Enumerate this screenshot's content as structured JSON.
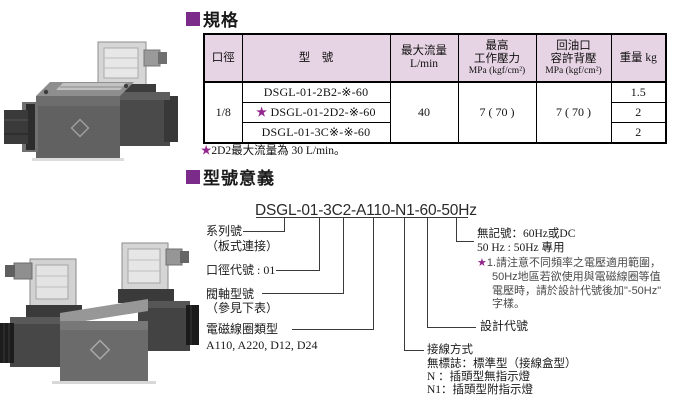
{
  "colors": {
    "accent_purple": "#7b2b8a",
    "star_purple": "#93278f",
    "table_header_bg": "#e6d4e4"
  },
  "spec": {
    "title": "規格",
    "table": {
      "headers": {
        "diameter": "口徑",
        "model": "型　號",
        "flow": [
          "最大流量",
          "L/min"
        ],
        "pressure": [
          "最高",
          "工作壓力",
          "MPa (kgf/cm²)"
        ],
        "back_pressure": [
          "回油口",
          "容許背壓",
          "MPa (kgf/cm²)"
        ],
        "weight": "重量 kg"
      },
      "diameter_value": "1/8",
      "flow_value": "40",
      "pressure_value": "7 ( 70 )",
      "back_pressure_value": "7 ( 70 )",
      "rows": [
        {
          "star": "",
          "model": "DSGL-01-2B2-※-60",
          "weight": "1.5"
        },
        {
          "star": "★",
          "model": "DSGL-01-2D2-※-60",
          "weight": "2"
        },
        {
          "star": "",
          "model": "DSGL-01-3C※-※-60",
          "weight": "2"
        }
      ]
    },
    "footnote": {
      "star": "★",
      "text": "2D2最大流量為 30 L/min。"
    }
  },
  "model_meaning": {
    "title": "型號意義",
    "code": "DSGL-01-3C2-A110-N1-60-50Hz",
    "series_label": "系列號",
    "series_sub": "（板式連接）",
    "diameter_code_label": "口徑代號 : 01",
    "spool_label": "閥軸型號",
    "spool_sub": "（參見下表）",
    "coil_label": "電磁線圈類型",
    "coil_options": "A110, A220, D12, D24",
    "freq_line1": "無記號：60Hz或DC",
    "freq_line2": "50 Hz : 50Hz 專用",
    "freq_note": {
      "star": "★",
      "line1": "1.請注意不同頻率之電壓適用範圍，",
      "line2": "50Hz地區若欲使用與電磁線圈等值",
      "line3": "電壓時，請於設計代號後加\"-50Hz\"",
      "line4": "字樣。"
    },
    "design_code_label": "設計代號",
    "wiring_label": "接線方式",
    "wiring_opt1": "無標誌：標準型（接線盒型）",
    "wiring_opt2": "N ：插頭型無指示燈",
    "wiring_opt3": "N1：插頭型附指示燈"
  }
}
